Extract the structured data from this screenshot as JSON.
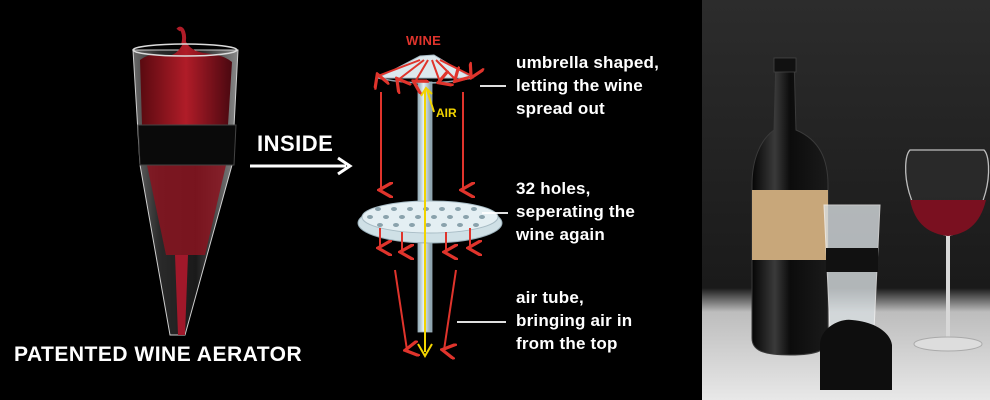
{
  "product_caption": "PATENTED WINE AERATOR",
  "inside_label": "INSIDE",
  "flow_labels": {
    "wine": "WINE",
    "air": "AIR"
  },
  "callouts": [
    {
      "line1": "umbrella shaped,",
      "line2": "letting the wine",
      "line3": "spread out"
    },
    {
      "line1": "32 holes,",
      "line2": "seperating the",
      "line3": "wine again"
    },
    {
      "line1": "air tube,",
      "line2": "bringing air in",
      "line3": "from the top"
    }
  ],
  "colors": {
    "background": "#000000",
    "wine": "#e0342c",
    "air": "#f2d400",
    "text": "#ffffff"
  },
  "scene_elements": [
    "wine-aerator",
    "inside-arrow-icon",
    "aerator-insert",
    "wine-bottle",
    "wine-glass",
    "aerator-on-stand"
  ]
}
